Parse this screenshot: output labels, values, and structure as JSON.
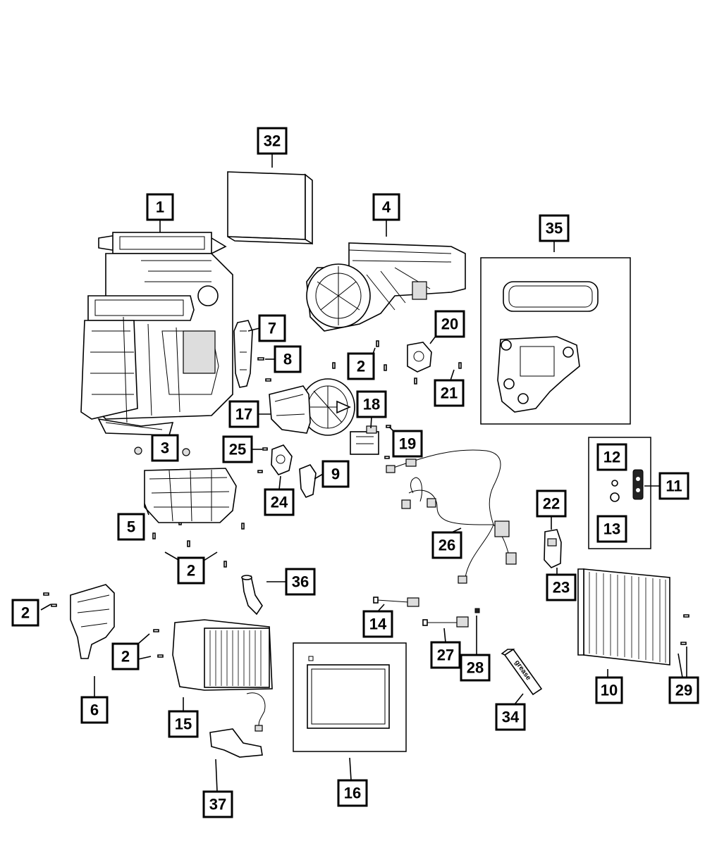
{
  "callouts": [
    {
      "id": "c32",
      "label": "32"
    },
    {
      "id": "c1",
      "label": "1"
    },
    {
      "id": "c4",
      "label": "4"
    },
    {
      "id": "c35",
      "label": "35"
    },
    {
      "id": "c7",
      "label": "7"
    },
    {
      "id": "c8",
      "label": "8"
    },
    {
      "id": "c20",
      "label": "20"
    },
    {
      "id": "c2a",
      "label": "2"
    },
    {
      "id": "c21",
      "label": "21"
    },
    {
      "id": "c17",
      "label": "17"
    },
    {
      "id": "c18",
      "label": "18"
    },
    {
      "id": "c3",
      "label": "3"
    },
    {
      "id": "c25",
      "label": "25"
    },
    {
      "id": "c19",
      "label": "19"
    },
    {
      "id": "c9",
      "label": "9"
    },
    {
      "id": "c24",
      "label": "24"
    },
    {
      "id": "c12",
      "label": "12"
    },
    {
      "id": "c11",
      "label": "11"
    },
    {
      "id": "c13",
      "label": "13"
    },
    {
      "id": "c5",
      "label": "5"
    },
    {
      "id": "c22",
      "label": "22"
    },
    {
      "id": "c26",
      "label": "26"
    },
    {
      "id": "c2b",
      "label": "2"
    },
    {
      "id": "c23",
      "label": "23"
    },
    {
      "id": "c36",
      "label": "36"
    },
    {
      "id": "c2c",
      "label": "2"
    },
    {
      "id": "c14",
      "label": "14"
    },
    {
      "id": "c2d",
      "label": "2"
    },
    {
      "id": "c27",
      "label": "27"
    },
    {
      "id": "c28",
      "label": "28"
    },
    {
      "id": "c6",
      "label": "6"
    },
    {
      "id": "c15",
      "label": "15"
    },
    {
      "id": "c34",
      "label": "34"
    },
    {
      "id": "c10",
      "label": "10"
    },
    {
      "id": "c29",
      "label": "29"
    },
    {
      "id": "c16",
      "label": "16"
    },
    {
      "id": "c37",
      "label": "37"
    }
  ],
  "tube_text": "grease"
}
